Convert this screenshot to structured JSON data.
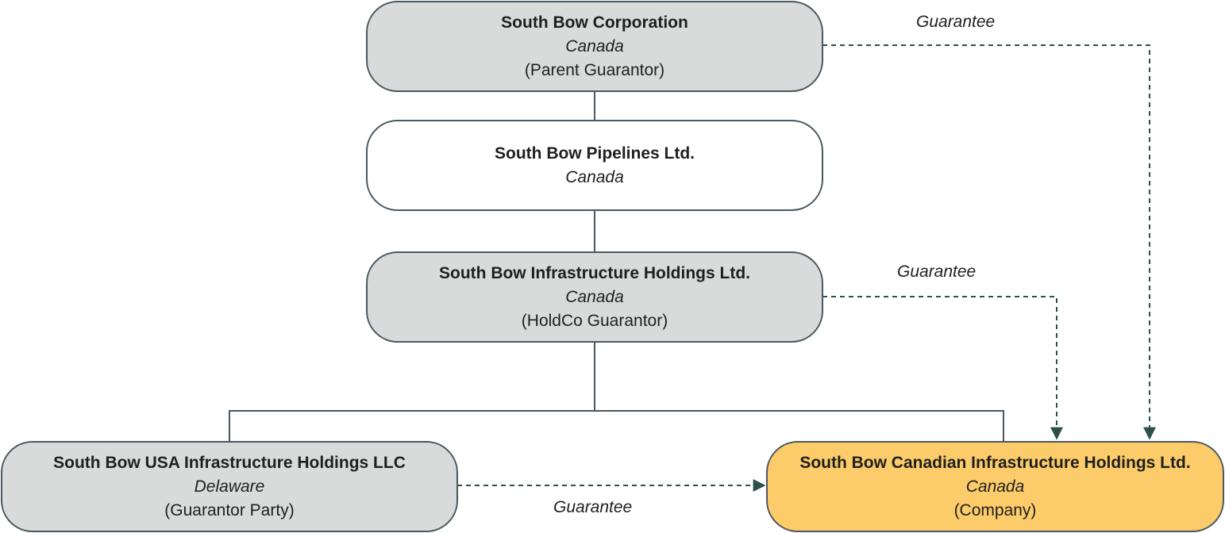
{
  "nodes": {
    "corporation": {
      "name": "South Bow Corporation",
      "jurisdiction": "Canada",
      "role": "(Parent Guarantor)"
    },
    "pipelines": {
      "name": "South Bow Pipelines Ltd.",
      "jurisdiction": "Canada"
    },
    "infra_holdings": {
      "name": "South Bow Infrastructure Holdings Ltd.",
      "jurisdiction": "Canada",
      "role": "(HoldCo Guarantor)"
    },
    "usa_holdings": {
      "name": "South Bow USA Infrastructure Holdings LLC",
      "jurisdiction": "Delaware",
      "role": "(Guarantor Party)"
    },
    "canadian_holdings": {
      "name": "South Bow Canadian Infrastructure Holdings Ltd.",
      "jurisdiction": "Canada",
      "role": "(Company)"
    }
  },
  "edge_labels": {
    "parent_guarantee": "Guarantee",
    "holdco_guarantee": "Guarantee",
    "guarantor_party_guarantee": "Guarantee"
  },
  "colors": {
    "guarantor_fill": "#d9dbdb",
    "company_fill": "#fccb6a",
    "line": "#4a5860",
    "guarantee_arrow": "#2f4f4a"
  }
}
